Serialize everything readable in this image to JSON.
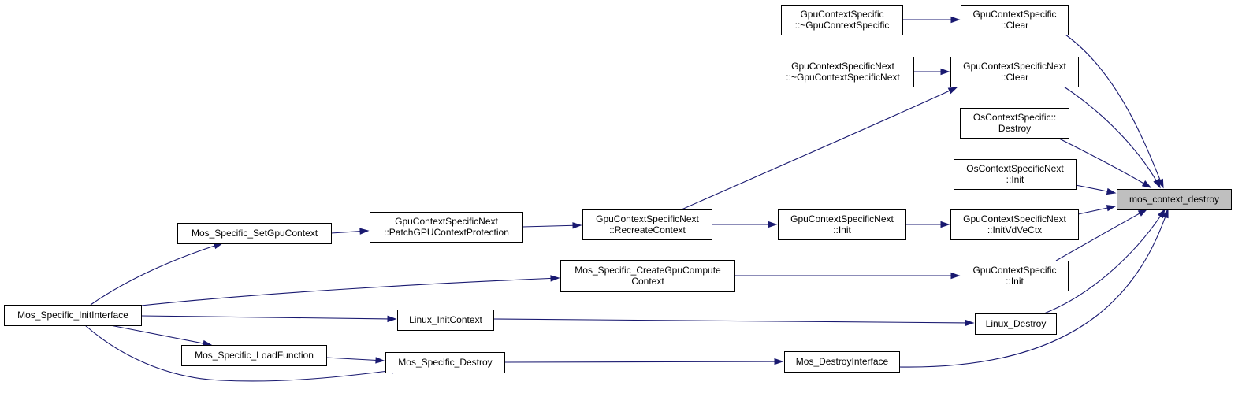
{
  "graph": {
    "title": "",
    "edge_color": "#191970",
    "root_fill": "#bfbfbf",
    "nodes": [
      {
        "id": "mcd",
        "lines": [
          "mos_context_destroy"
        ],
        "root": true
      },
      {
        "id": "gcs_clear",
        "lines": [
          "GpuContextSpecific",
          "::Clear"
        ]
      },
      {
        "id": "gcs_dtor",
        "lines": [
          "GpuContextSpecific",
          "::~GpuContextSpecific"
        ]
      },
      {
        "id": "gcsn_clear",
        "lines": [
          "GpuContextSpecificNext",
          "::Clear"
        ]
      },
      {
        "id": "gcsn_dtor",
        "lines": [
          "GpuContextSpecificNext",
          "::~GpuContextSpecificNext"
        ]
      },
      {
        "id": "ocs_destroy",
        "lines": [
          "OsContextSpecific::",
          "Destroy"
        ]
      },
      {
        "id": "ocsn_init",
        "lines": [
          "OsContextSpecificNext",
          "::Init"
        ]
      },
      {
        "id": "gcsn_initvd",
        "lines": [
          "GpuContextSpecificNext",
          "::InitVdVeCtx"
        ]
      },
      {
        "id": "gcsn_init",
        "lines": [
          "GpuContextSpecificNext",
          "::Init"
        ]
      },
      {
        "id": "gcsn_recreate",
        "lines": [
          "GpuContextSpecificNext",
          "::RecreateContext"
        ]
      },
      {
        "id": "gcsn_patch",
        "lines": [
          "GpuContextSpecificNext",
          "::PatchGPUContextProtection"
        ]
      },
      {
        "id": "msp_setgpu",
        "lines": [
          "Mos_Specific_SetGpuContext"
        ]
      },
      {
        "id": "msp_initif",
        "lines": [
          "Mos_Specific_InitInterface"
        ]
      },
      {
        "id": "gcs_init",
        "lines": [
          "GpuContextSpecific",
          "::Init"
        ]
      },
      {
        "id": "msp_creategpu",
        "lines": [
          "Mos_Specific_CreateGpuCompute",
          "Context"
        ]
      },
      {
        "id": "linux_destroy",
        "lines": [
          "Linux_Destroy"
        ]
      },
      {
        "id": "linux_init",
        "lines": [
          "Linux_InitContext"
        ]
      },
      {
        "id": "mos_destroyif",
        "lines": [
          "Mos_DestroyInterface"
        ]
      },
      {
        "id": "msp_destroy",
        "lines": [
          "Mos_Specific_Destroy"
        ]
      },
      {
        "id": "msp_loadfn",
        "lines": [
          "Mos_Specific_LoadFunction"
        ]
      }
    ],
    "edges": [
      {
        "from": "gcs_clear",
        "to": "mcd"
      },
      {
        "from": "gcs_dtor",
        "to": "gcs_clear"
      },
      {
        "from": "gcsn_clear",
        "to": "mcd"
      },
      {
        "from": "gcsn_dtor",
        "to": "gcsn_clear"
      },
      {
        "from": "gcsn_recreate",
        "to": "gcsn_clear"
      },
      {
        "from": "ocs_destroy",
        "to": "mcd"
      },
      {
        "from": "ocsn_init",
        "to": "mcd"
      },
      {
        "from": "gcsn_initvd",
        "to": "mcd"
      },
      {
        "from": "gcsn_init",
        "to": "gcsn_initvd"
      },
      {
        "from": "gcsn_recreate",
        "to": "gcsn_init"
      },
      {
        "from": "gcsn_patch",
        "to": "gcsn_recreate"
      },
      {
        "from": "msp_setgpu",
        "to": "gcsn_patch"
      },
      {
        "from": "msp_initif",
        "to": "msp_setgpu"
      },
      {
        "from": "gcs_init",
        "to": "mcd"
      },
      {
        "from": "msp_creategpu",
        "to": "gcs_init"
      },
      {
        "from": "msp_initif",
        "to": "msp_creategpu"
      },
      {
        "from": "linux_destroy",
        "to": "mcd"
      },
      {
        "from": "linux_init",
        "to": "linux_destroy"
      },
      {
        "from": "msp_initif",
        "to": "linux_init"
      },
      {
        "from": "mos_destroyif",
        "to": "mcd"
      },
      {
        "from": "msp_destroy",
        "to": "mos_destroyif"
      },
      {
        "from": "msp_loadfn",
        "to": "msp_destroy"
      },
      {
        "from": "msp_initif",
        "to": "msp_loadfn"
      },
      {
        "from": "msp_initif",
        "to": "msp_destroy"
      }
    ]
  }
}
